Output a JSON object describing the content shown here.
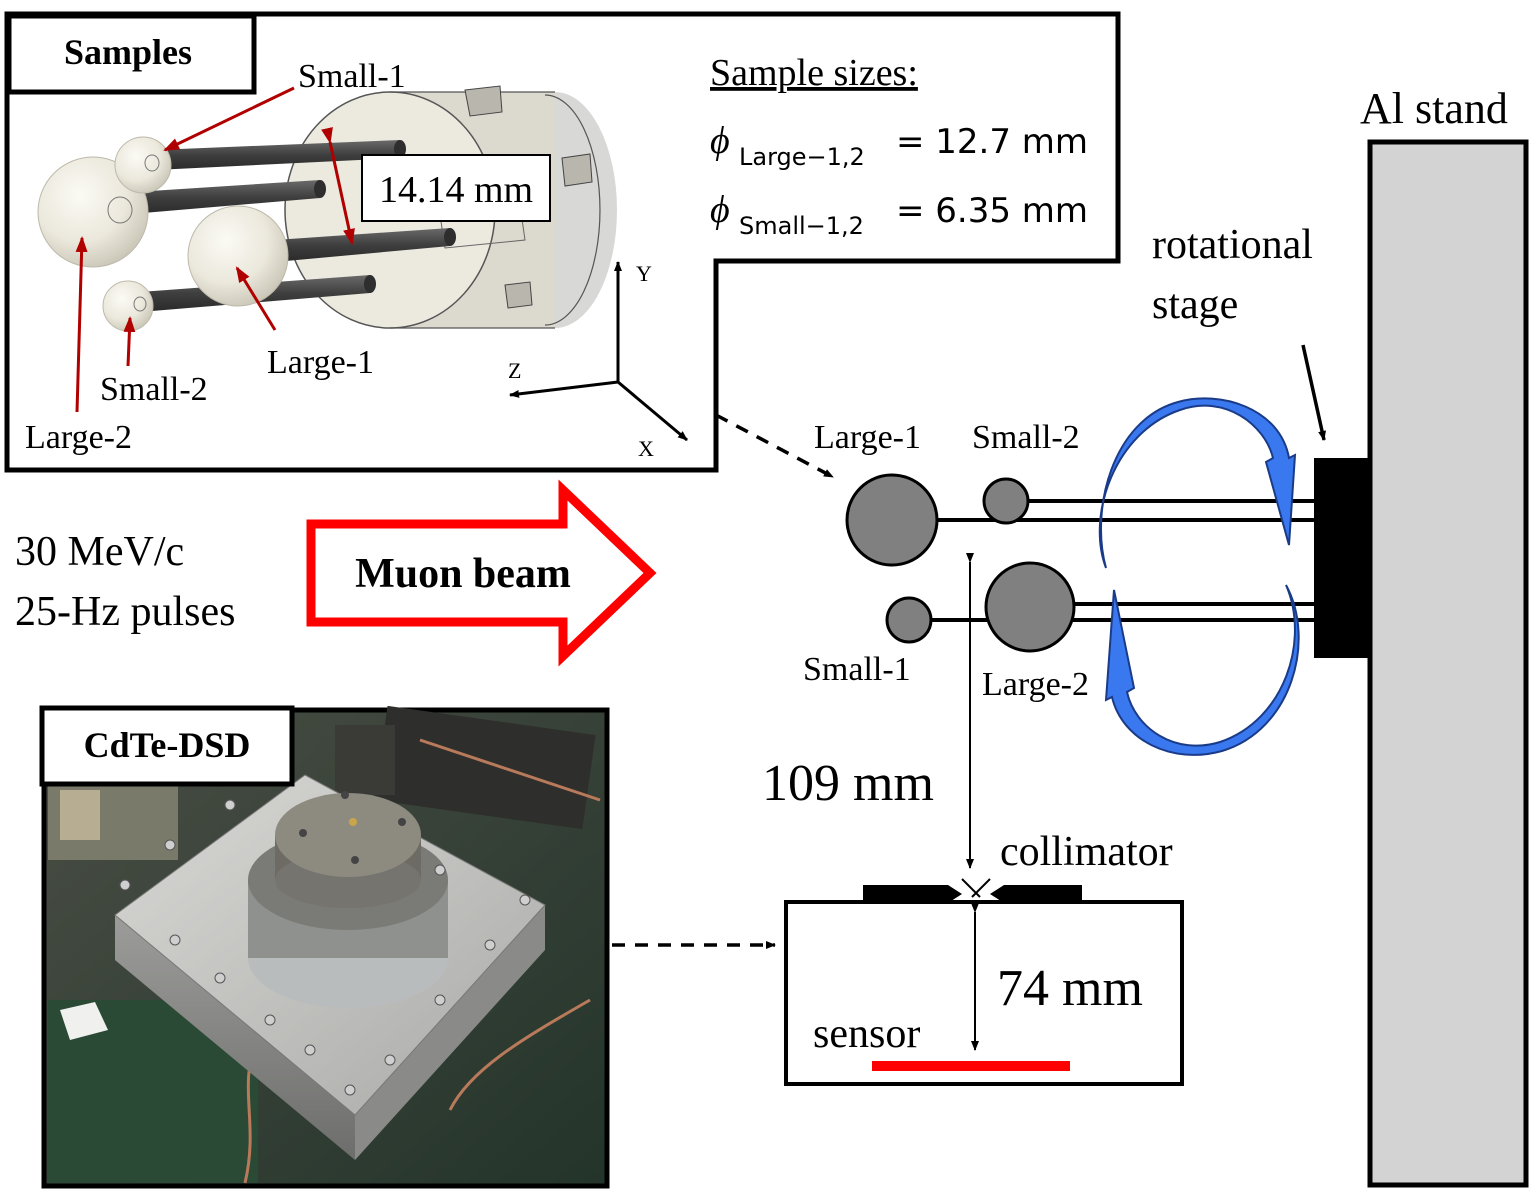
{
  "samples_panel": {
    "title": "Samples",
    "labels": {
      "small_1": "Small-1",
      "small_2": "Small-2",
      "large_1": "Large-1",
      "large_2": "Large-2"
    },
    "spacing": "14.14 mm",
    "sizes_heading": "Sample sizes:",
    "phi_symbol": "ϕ",
    "large_sub": "Large−1,2",
    "large_value": "= 12.7 mm",
    "small_sub": "Small−1,2",
    "small_value": "= 6.35 mm",
    "axes": {
      "y": "Y",
      "z": "Z",
      "x": "X"
    }
  },
  "beam": {
    "momentum": "30 MeV/c",
    "pulses": "25-Hz pulses",
    "label": "Muon beam"
  },
  "detector_panel": {
    "title": "CdTe-DSD"
  },
  "setup": {
    "large_1": "Large-1",
    "small_2": "Small-2",
    "small_1": "Small-1",
    "large_2": "Large-2",
    "stand": "Al stand",
    "stage_line1": "rotational",
    "stage_line2": "stage",
    "distance_to_collimator": "109 mm",
    "collimator": "collimator",
    "distance_to_sensor": "74 mm",
    "sensor": "sensor"
  },
  "colors": {
    "arrow_red": "#ff0000",
    "leader_red": "#b00000",
    "rotation_blue": "#3a78f0",
    "sample_gray": "#808080",
    "stand_gray": "#d3d3d3",
    "sensor_red": "#ff0000"
  }
}
